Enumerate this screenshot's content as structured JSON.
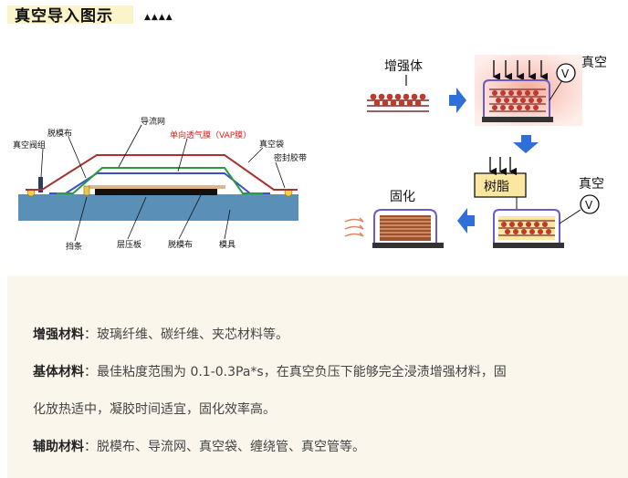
{
  "header": {
    "title": "真空导入图示",
    "marks": "▲▲▲▲"
  },
  "left_diagram": {
    "labels": {
      "guide_mesh": "导流网",
      "release_cloth_top": "脱模布",
      "one_way_film": "单向透气膜（VAP膜）",
      "vacuum_valve": "真空阀组",
      "vacuum_bag": "真空袋",
      "sealant_tape": "密封胶带",
      "stopper": "挡条",
      "laminate": "层压板",
      "release_cloth_bottom": "脱模布",
      "mold": "模具"
    },
    "colors": {
      "bag": "#a83232",
      "mesh": "#2a9a3a",
      "film": "#3a4fd0",
      "mold": "#5a8fb8",
      "laminate": "#111111",
      "highlight": "#e02020"
    }
  },
  "right_diagram": {
    "labels": {
      "reinforcement": "增强体",
      "vacuum_top": "真空",
      "resin": "树脂",
      "vacuum_right": "真空",
      "curing": "固化",
      "gauge_symbol": "V"
    },
    "colors": {
      "arrow": "#2f6fd8",
      "resin_fill": "#fbe7a0",
      "fiber_dot": "#c0392b",
      "glow": "#f6c3b8",
      "bag_outline": "#6a5acd",
      "cured_layer": "#a0522d"
    }
  },
  "info": {
    "line1_label": "增强材料",
    "line1_text": "：玻璃纤维、碳纤维、夹芯材料等。",
    "line2_label": "基体材料",
    "line2_text": "：最佳粘度范围为 0.1-0.3Pa*s，在真空负压下能够完全浸渍增强材料，固",
    "line3_text": "化放热适中，凝胶时间适宜，固化效率高。",
    "line4_label": "辅助材料",
    "line4_text": "：脱模布、导流网、真空袋、缠绕管、真空管等。"
  }
}
